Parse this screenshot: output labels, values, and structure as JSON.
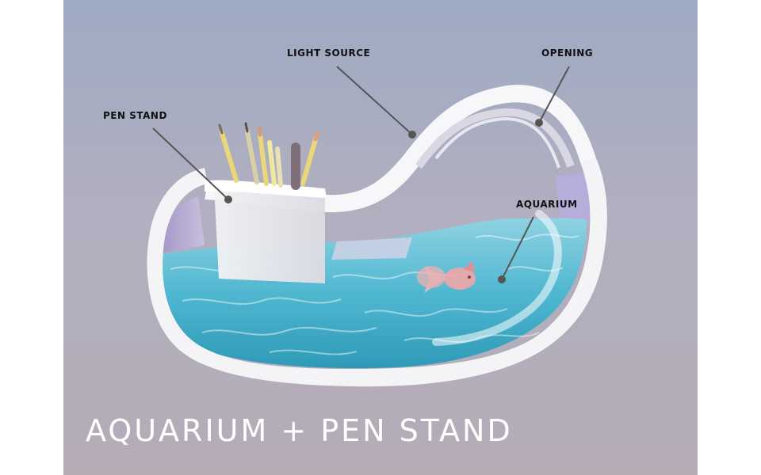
{
  "title": "AQUARIUM + PEN STAND",
  "labels": {
    "light_source": "LIGHT SOURCE",
    "opening": "OPENING",
    "pen_stand": "PEN STAND",
    "aquarium": "AQUARIUM"
  },
  "colors": {
    "background_top": "#9eaac2",
    "background_bottom": "#b5acb6",
    "water_light": "#8fd2e2",
    "water_dark": "#2f9ab8",
    "shell": "#f4f4f6",
    "fish": "#f0a7a7",
    "leader_line": "#555555"
  }
}
